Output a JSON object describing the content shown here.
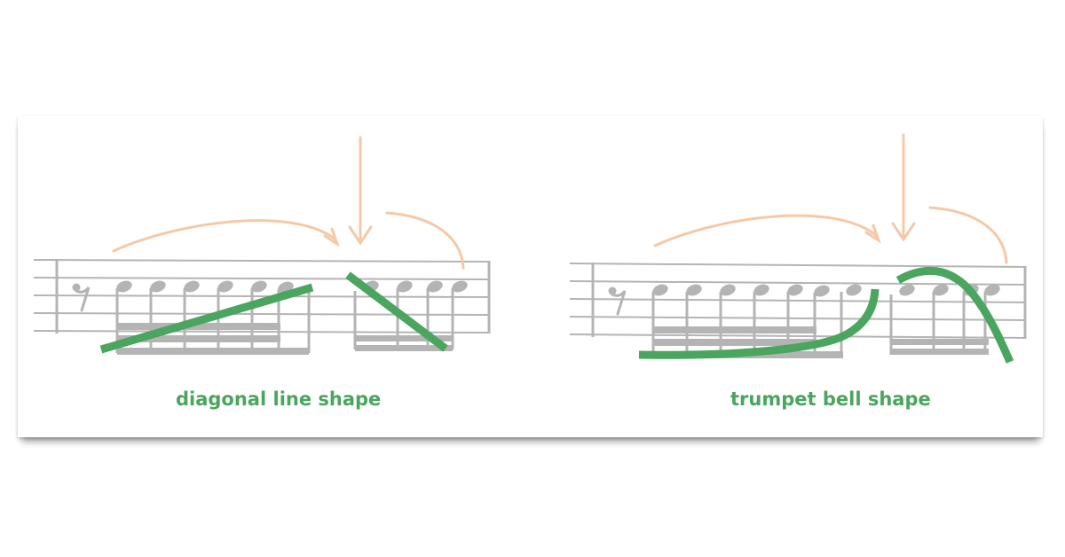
{
  "colors": {
    "background": "#ffffff",
    "notation_gray": "#b4b4b4",
    "arrow_peach": "#f5c9a6",
    "shape_green": "#4aa55e"
  },
  "panels": [
    {
      "caption": "diagonal line shape",
      "shape_kind": "diagonal-line"
    },
    {
      "caption": "trumpet bell shape",
      "shape_kind": "trumpet-bell-curve"
    }
  ],
  "icons": [
    "eighth-rest-icon",
    "down-arrow-icon",
    "curved-arrow-icon"
  ]
}
